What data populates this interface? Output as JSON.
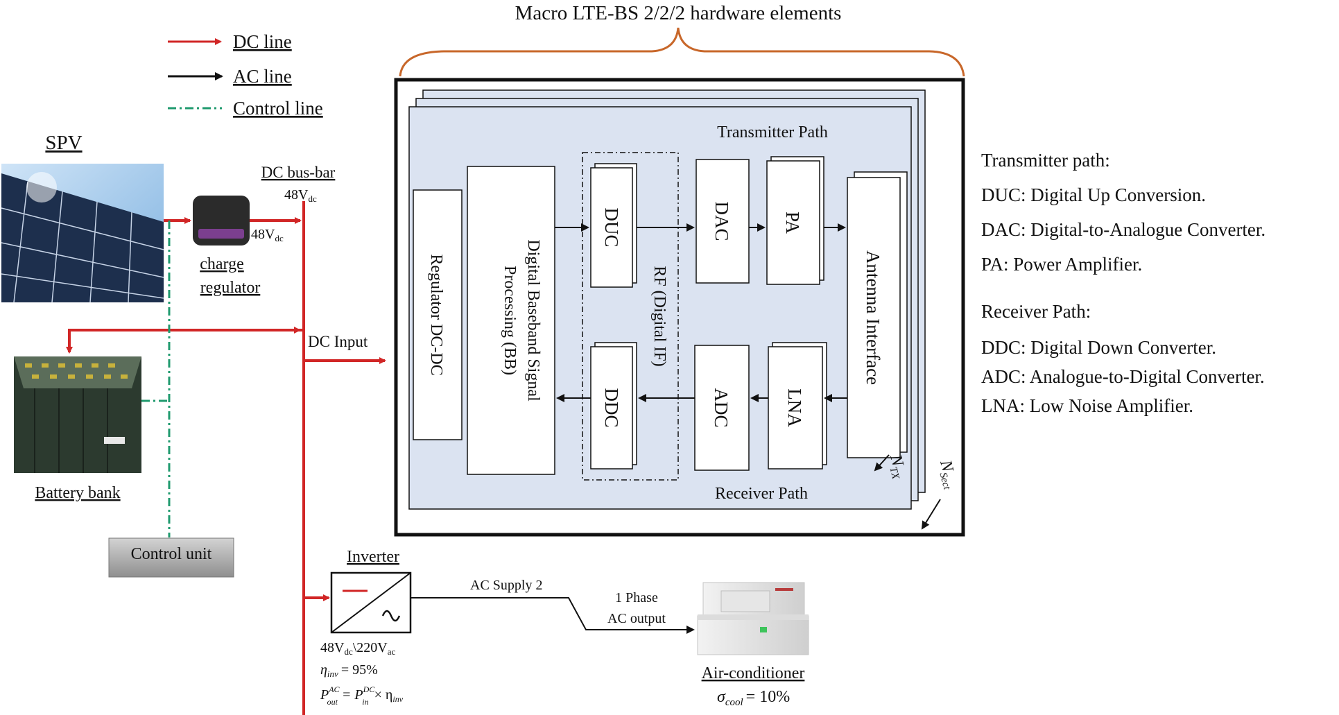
{
  "title": "Macro LTE-BS 2/2/2 hardware elements",
  "legend": {
    "dc_line": "DC line",
    "ac_line": "AC line",
    "control_line": "Control line"
  },
  "spv": {
    "label": "SPV"
  },
  "charge_regulator": {
    "label_line1": "charge",
    "label_line2": "regulator",
    "voltage_out": "48V",
    "voltage_sub": "dc"
  },
  "dc_bus": {
    "label": "DC bus-bar",
    "voltage": "48V",
    "voltage_sub": "dc",
    "input_label": "DC Input"
  },
  "battery": {
    "label": "Battery bank"
  },
  "control_unit": {
    "label": "Control unit"
  },
  "inverter": {
    "label": "Inverter",
    "rating": "48V",
    "rating_sub1": "dc",
    "rating_mid": "\\220V",
    "rating_sub2": "ac",
    "efficiency_symbol": "η",
    "efficiency_sub": "inv",
    "efficiency_value": "= 95%",
    "formula": "P",
    "formula_sup1": "AC",
    "formula_sub1": "out",
    "formula_mid": "= P",
    "formula_sup2": "DC",
    "formula_sub2": "in",
    "formula_end": "× η",
    "formula_end_sub": "inv"
  },
  "ac_supply": {
    "label": "AC Supply 2",
    "phase_line1": "1 Phase",
    "phase_line2": "AC output"
  },
  "air_conditioner": {
    "label": "Air-conditioner",
    "sigma_symbol": "σ",
    "sigma_sub": "cool",
    "sigma_value": "= 10%"
  },
  "base_station": {
    "transmitter_path": "Transmitter Path",
    "receiver_path": "Receiver Path",
    "regulator": "Regulator DC-DC",
    "baseband_line1": "Digital Baseband Signal",
    "baseband_line2": "Processing (BB)",
    "duc": "DUC",
    "ddc": "DDC",
    "rf": "RF (Digital IF)",
    "dac": "DAC",
    "adc": "ADC",
    "pa": "PA",
    "lna": "LNA",
    "antenna": "Antenna Interface",
    "ntx": "N",
    "ntx_sub": "TX",
    "nsect": "N",
    "nsect_sub": "Sect"
  },
  "notes": {
    "tx_heading": "Transmitter path:",
    "tx_items": [
      "DUC: Digital Up Conversion.",
      "DAC: Digital-to-Analogue Converter.",
      "PA: Power Amplifier."
    ],
    "rx_heading": "Receiver Path:",
    "rx_items": [
      "DDC: Digital Down Converter.",
      "ADC: Analogue-to-Digital Converter.",
      "LNA: Low Noise Amplifier."
    ]
  },
  "colors": {
    "dc_line": "#d12626",
    "ac_line": "#111111",
    "control_line": "#1f9a6e",
    "bs_fill": "#dbe3f1",
    "brace": "#c8672a"
  }
}
